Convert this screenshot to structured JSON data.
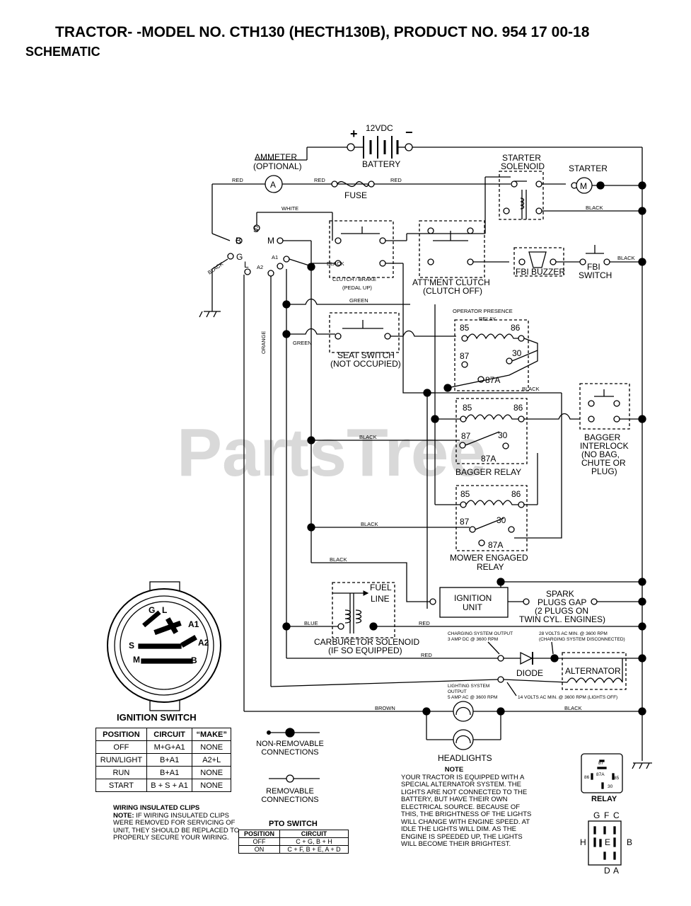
{
  "header": {
    "title": "TRACTOR- -MODEL NO. CTH130 (HECTH130B), PRODUCT NO. 954 17 00-18",
    "subtitle": "SCHEMATIC"
  },
  "watermark": "PartsTree",
  "components": {
    "battery": "BATTERY",
    "voltage": "12VDC",
    "plus": "+",
    "minus": "−",
    "ammeter1": "AMMETER",
    "ammeter2": "(OPTIONAL)",
    "ammeter_sym": "A",
    "fuse": "FUSE",
    "starter_solenoid1": "STARTER",
    "starter_solenoid2": "SOLENOID",
    "starter": "STARTER",
    "starter_sym": "M",
    "clutch1": "CLUTCH / BRAKE",
    "clutch2": "(PEDAL UP)",
    "attment1": "ATT'MENT CLUTCH",
    "attment2": "(CLUTCH OFF)",
    "fbi_buzzer": "FBI BUZZER",
    "fbi_switch1": "FBI",
    "fbi_switch2": "SWITCH",
    "seat1": "SEAT SWITCH",
    "seat2": "(NOT OCCUPIED)",
    "opr1": "OPERATOR PRESENCE",
    "opr2": "RELAY",
    "bagger_relay": "BAGGER RELAY",
    "bagger_int1": "BAGGER",
    "bagger_int2": "INTERLOCK",
    "bagger_int3": "(NO BAG,",
    "bagger_int4": "CHUTE OR",
    "bagger_int5": "PLUG)",
    "mower1": "MOWER ENGAGED",
    "mower2": "RELAY",
    "fuel1": "FUEL",
    "fuel2": "LINE",
    "ignition1": "IGNITION",
    "ignition2": "UNIT",
    "spark1": "SPARK",
    "spark2": "PLUGS GAP",
    "spark3": "(2 PLUGS ON",
    "spark4": "TWIN CYL. ENGINES)",
    "carb1": "CARBURETOR SOLENOID",
    "carb2": "(IF SO EQUIPPED)",
    "charge1": "CHARGING SYSTEM OUTPUT",
    "charge2": "3 AMP DC @ 3600 RPM",
    "charge3": "28 VOLTS AC MIN. @ 3600 RPM",
    "charge4": "(CHARGING SYSTEM DISCONNECTED)",
    "diode": "DIODE",
    "alternator": "ALTERNATOR",
    "light1": "LIGHTING SYSTEM",
    "light2": "OUTPUT",
    "light3": "5 AMP AC @ 3600 RPM",
    "light4": "14 VOLTS AC MIN. @ 3600 RPM (LIGHTS OFF)",
    "headlights": "HEADLIGHTS",
    "relay_pins": [
      "87",
      "86",
      "87A",
      "85",
      "30"
    ],
    "relay_pins_contact": [
      "85",
      "86",
      "87",
      "30",
      "87A"
    ],
    "switch_terms": [
      "B",
      "S",
      "M",
      "G",
      "L",
      "A2",
      "A1"
    ],
    "connector_letters": [
      "G",
      "F",
      "C",
      "H",
      "E",
      "B",
      "D",
      "A"
    ],
    "ign_face_letters": [
      "G",
      "L",
      "A1",
      "S",
      "A2",
      "M",
      "B"
    ]
  },
  "wires": {
    "red": "RED",
    "white": "WHITE",
    "black": "BLACK",
    "green": "GREEN",
    "orange": "ORANGE",
    "blue": "BLUE",
    "brown": "BROWN"
  },
  "ignition_switch": {
    "title": "IGNITION SWITCH",
    "headers": [
      "POSITION",
      "CIRCUIT",
      "“MAKE”"
    ],
    "rows": [
      [
        "OFF",
        "M+G+A1",
        "NONE"
      ],
      [
        "RUN/LIGHT",
        "B+A1",
        "A2+L"
      ],
      [
        "RUN",
        "B+A1",
        "NONE"
      ],
      [
        "START",
        "B + S + A1",
        "NONE"
      ]
    ]
  },
  "legend": {
    "non_removable": "NON-REMOVABLE CONNECTIONS",
    "removable": "REMOVABLE CONNECTIONS"
  },
  "clips_note": {
    "title": "WIRING INSULATED CLIPS",
    "label": "NOTE:",
    "text": "IF WIRING INSULATED CLIPS WERE REMOVED FOR SERVICING OF UNIT, THEY SHOULD BE REPLACED TO PROPERLY SECURE YOUR WIRING."
  },
  "pto_switch": {
    "title": "PTO SWITCH",
    "headers": [
      "POSITION",
      "CIRCUIT"
    ],
    "rows": [
      [
        "OFF",
        "C + G, B + H"
      ],
      [
        "ON",
        "C + F, B + E, A + D"
      ]
    ]
  },
  "alt_note": {
    "title": "NOTE",
    "text": "YOUR TRACTOR IS EQUIPPED WITH A SPECIAL ALTERNATOR SYSTEM. THE LIGHTS ARE NOT CONNECTED TO THE BATTERY, BUT HAVE THEIR OWN ELECTRICAL SOURCE. BECAUSE OF THIS, THE BRIGHTNESS OF THE LIGHTS WILL CHANGE WITH ENGINE SPEED. AT IDLE THE LIGHTS WILL DIM. AS THE ENGINE IS SPEEDED UP, THE LIGHTS WILL BECOME THEIR BRIGHTEST."
  },
  "relay_label": "RELAY"
}
